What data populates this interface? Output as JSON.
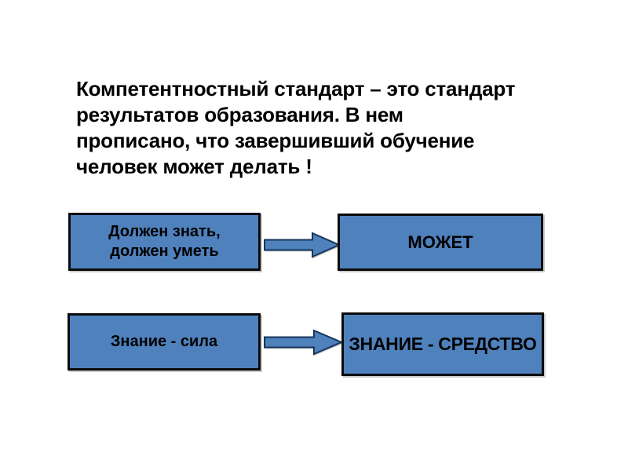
{
  "page": {
    "background": "#ffffff"
  },
  "colors": {
    "shape_fill": "#4f81bd",
    "shape_border": "#0b0b0b",
    "arrow_outline": "#16365c",
    "text": "#000000"
  },
  "intro": {
    "text": "Компетентностный стандарт – это стандарт результатов образования. В нем прописано, что завершивший обучение человек может делать !",
    "lines": [
      "Компетентностный стандарт – это стандарт",
      "результатов образования. В нем",
      "прописано, что завершивший обучение",
      "человек может делать !"
    ]
  },
  "diagram": {
    "arrow_direction": "right",
    "rows": [
      {
        "source_lines": [
          "Должен знать,",
          "должен уметь"
        ],
        "target": "МОЖЕТ"
      },
      {
        "source_lines": [
          "Знание - сила"
        ],
        "target": "ЗНАНИЕ - СРЕДСТВО"
      }
    ]
  }
}
